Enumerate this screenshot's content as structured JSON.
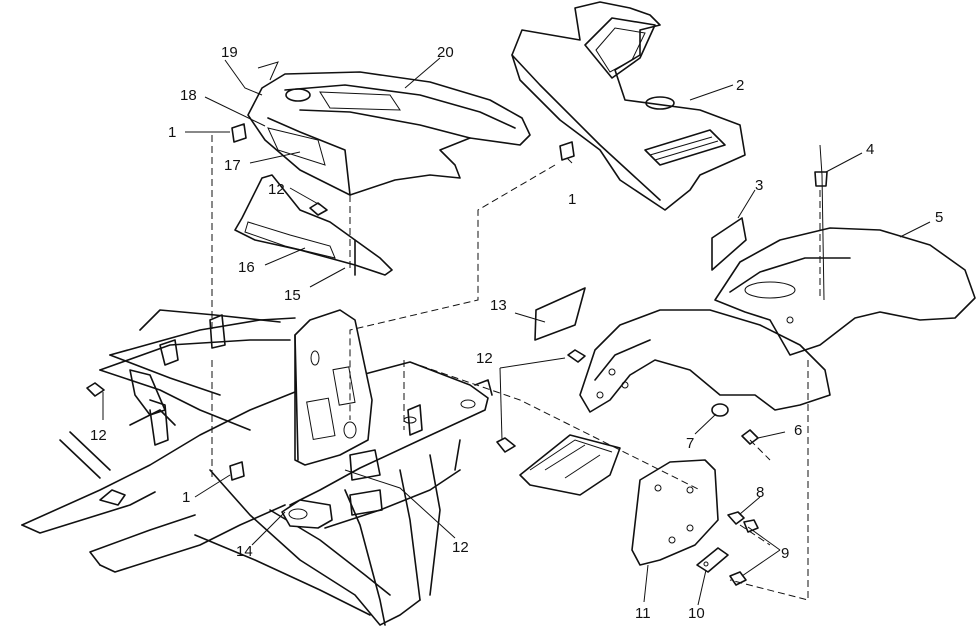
{
  "diagram": {
    "callouts": [
      {
        "id": "c1a",
        "text": "1"
      },
      {
        "id": "c1b",
        "text": "1"
      },
      {
        "id": "c1c",
        "text": "1"
      },
      {
        "id": "c2",
        "text": "2"
      },
      {
        "id": "c3",
        "text": "3"
      },
      {
        "id": "c4",
        "text": "4"
      },
      {
        "id": "c5",
        "text": "5"
      },
      {
        "id": "c6",
        "text": "6"
      },
      {
        "id": "c7",
        "text": "7"
      },
      {
        "id": "c8",
        "text": "8"
      },
      {
        "id": "c9",
        "text": "9"
      },
      {
        "id": "c10",
        "text": "10"
      },
      {
        "id": "c11",
        "text": "11"
      },
      {
        "id": "c12a",
        "text": "12"
      },
      {
        "id": "c12b",
        "text": "12"
      },
      {
        "id": "c12c",
        "text": "12"
      },
      {
        "id": "c12d",
        "text": "12"
      },
      {
        "id": "c13",
        "text": "13"
      },
      {
        "id": "c14",
        "text": "14"
      },
      {
        "id": "c15",
        "text": "15"
      },
      {
        "id": "c16",
        "text": "16"
      },
      {
        "id": "c17",
        "text": "17"
      },
      {
        "id": "c18",
        "text": "18"
      },
      {
        "id": "c19",
        "text": "19"
      },
      {
        "id": "c20",
        "text": "20"
      }
    ]
  }
}
